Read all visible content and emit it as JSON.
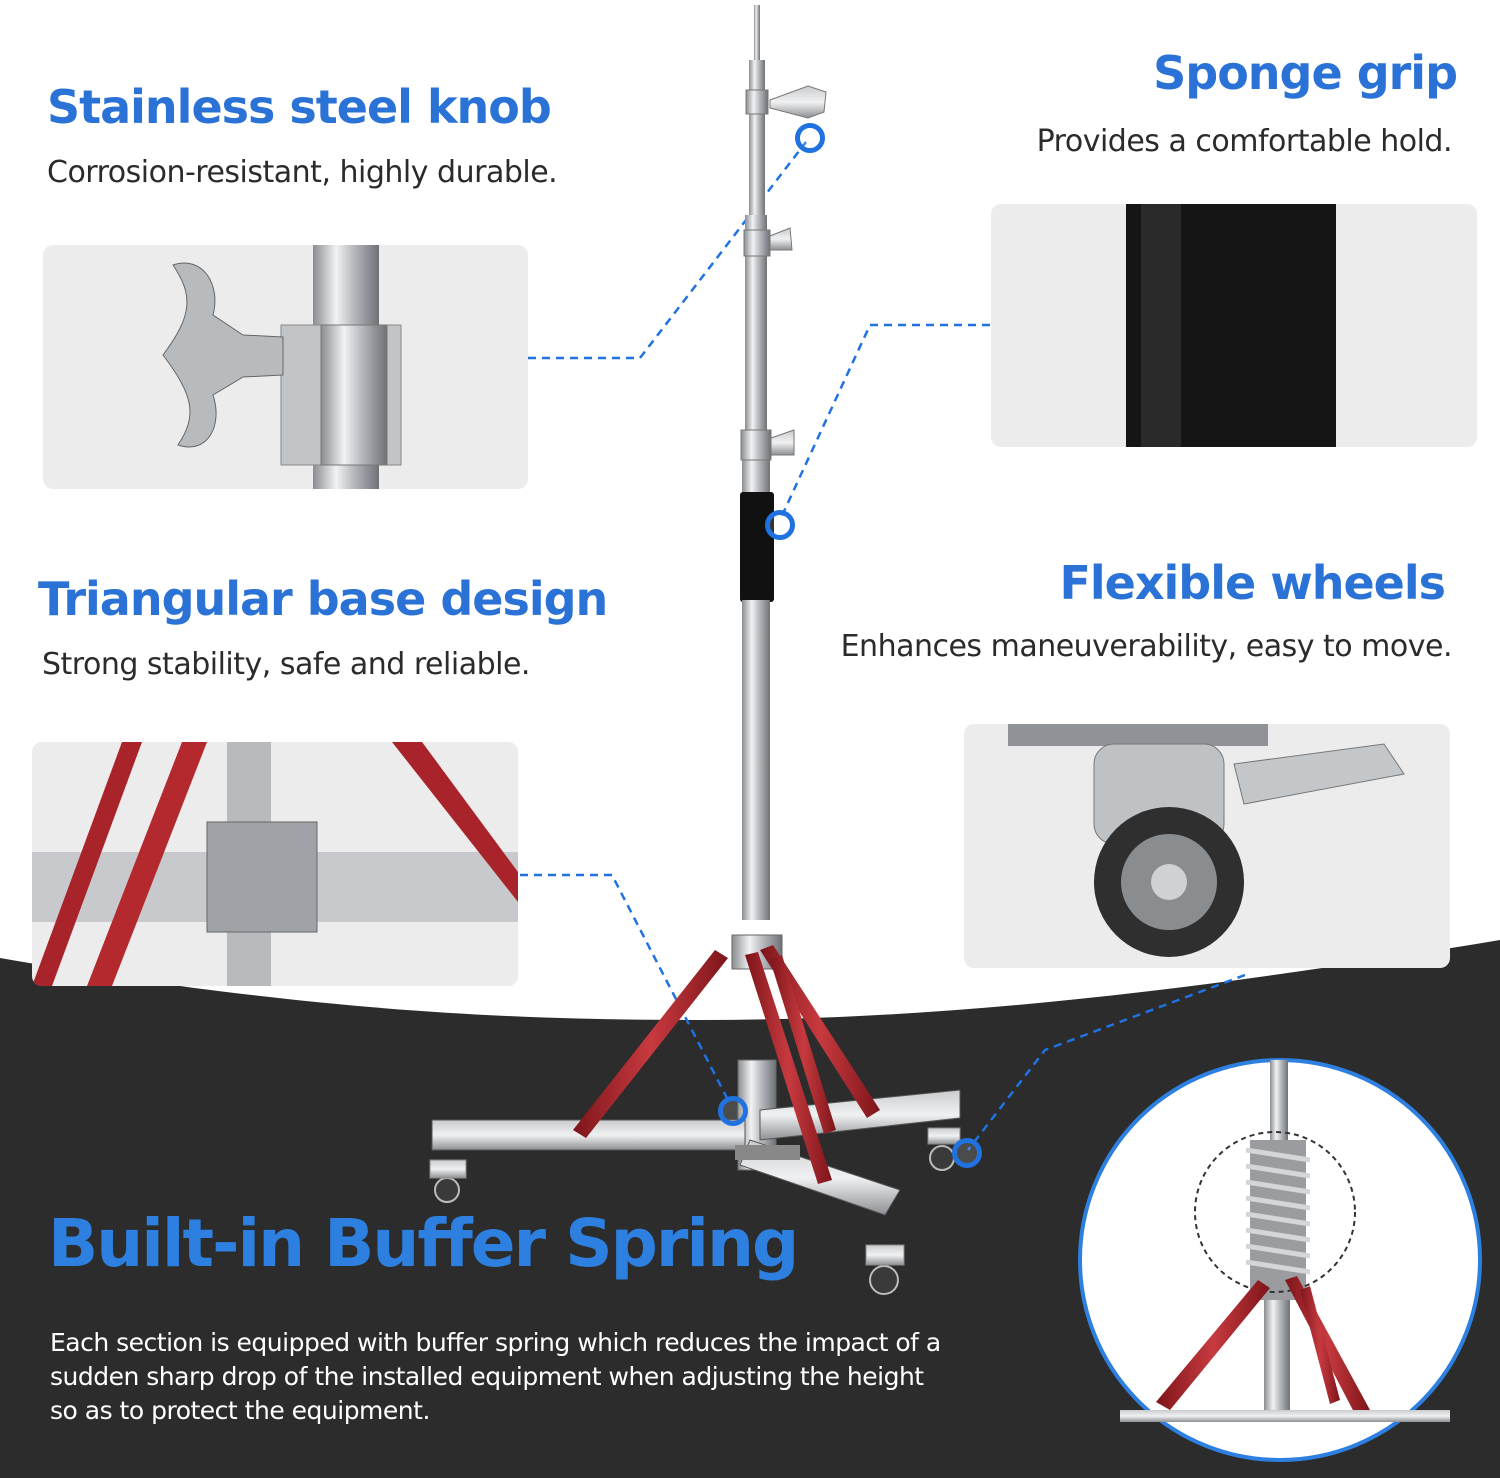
{
  "features": {
    "knob": {
      "title": "Stainless steel knob",
      "desc": "Corrosion-resistant, highly durable."
    },
    "grip": {
      "title": "Sponge grip",
      "desc": "Provides a comfortable hold."
    },
    "base": {
      "title": "Triangular base design",
      "desc": "Strong stability, safe and reliable."
    },
    "wheels": {
      "title": "Flexible wheels",
      "desc": "Enhances maneuverability, easy to move."
    }
  },
  "spring": {
    "title": "Built-in Buffer Spring",
    "lines": [
      "Each section is equipped with buffer spring which reduces the impact of a",
      "sudden sharp drop of the installed equipment when adjusting the height",
      "so as to protect the equipment."
    ]
  },
  "colors": {
    "accent": "#2a72d6",
    "callout": "#1f72e0",
    "dark_background": "#2c2c2c",
    "leg_red": "#a8242a",
    "panel_gray": "#ececec"
  },
  "icons": [
    "callout-ring-icon"
  ]
}
